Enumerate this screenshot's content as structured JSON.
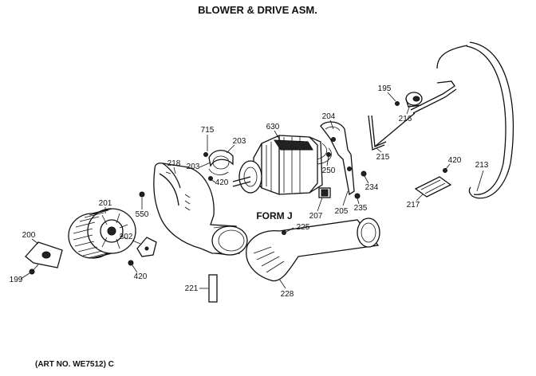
{
  "title": "BLOWER & DRIVE ASM.",
  "footer": "(ART NO. WE7512) C",
  "form_label": "FORM J",
  "callouts": {
    "c630": "630",
    "c715": "715",
    "c203a": "203",
    "c203b": "203",
    "c420a": "420",
    "c250": "250",
    "c204": "204",
    "c234": "234",
    "c235": "235",
    "c205": "205",
    "c207": "207",
    "c195": "195",
    "c216": "216",
    "c215": "215",
    "c213": "213",
    "c420b": "420",
    "c217": "217",
    "c218": "218",
    "c550": "550",
    "c201": "201",
    "c200": "200",
    "c199": "199",
    "c202": "202",
    "c420c": "420",
    "c225": "225",
    "c221": "221",
    "c228": "228"
  }
}
